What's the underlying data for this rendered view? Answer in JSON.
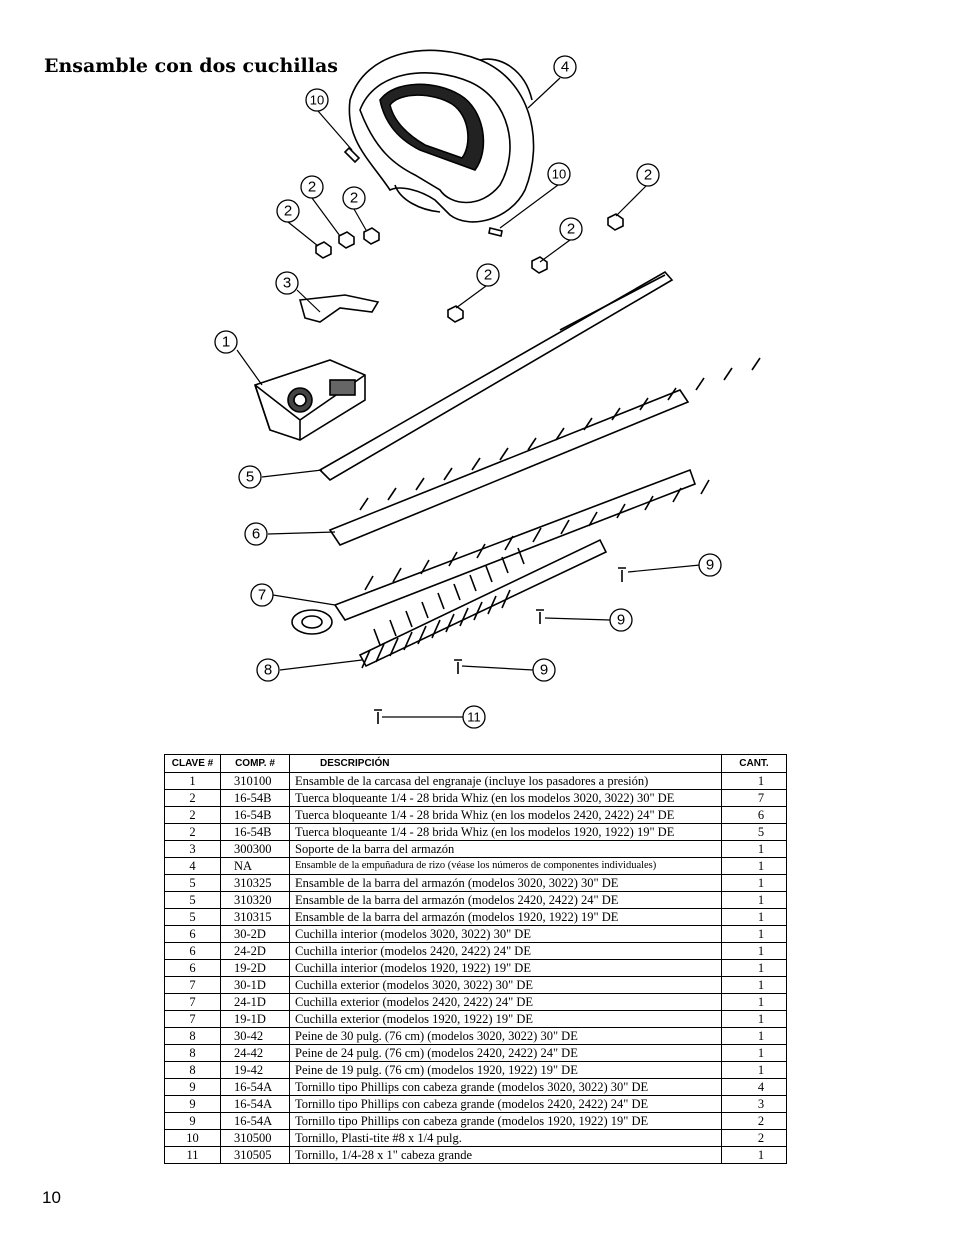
{
  "title": "Ensamble con dos cuchillas",
  "page_number": "10",
  "callouts": [
    "1",
    "2",
    "3",
    "4",
    "5",
    "6",
    "7",
    "8",
    "9",
    "10",
    "11"
  ],
  "table": {
    "headers": [
      "CLAVE #",
      "COMP. #",
      "DESCRIPCIÓN",
      "CANT."
    ],
    "rows": [
      [
        "1",
        "310100",
        "Ensamble de la carcasa del engranaje (incluye los pasadores a presión)",
        "1"
      ],
      [
        "2",
        "16-54B",
        "Tuerca bloqueante 1/4 - 28 brida Whiz (en los modelos 3020, 3022) 30\" DE",
        "7"
      ],
      [
        "2",
        "16-54B",
        "Tuerca bloqueante 1/4 - 28 brida Whiz (en los modelos 2420, 2422) 24\" DE",
        "6"
      ],
      [
        "2",
        "16-54B",
        "Tuerca bloqueante 1/4 - 28 brida Whiz (en los modelos 1920, 1922) 19\" DE",
        "5"
      ],
      [
        "3",
        "300300",
        "Soporte de la barra del armazón",
        "1"
      ],
      [
        "4",
        "NA",
        "Ensamble de la empuñadura de rizo (véase los números de componentes individuales)",
        "1"
      ],
      [
        "5",
        "310325",
        "Ensamble de la barra del armazón (modelos 3020, 3022) 30\" DE",
        "1"
      ],
      [
        "5",
        "310320",
        "Ensamble de la barra del armazón (modelos 2420, 2422) 24\" DE",
        "1"
      ],
      [
        "5",
        "310315",
        "Ensamble de la barra del armazón (modelos 1920, 1922) 19\" DE",
        "1"
      ],
      [
        "6",
        "30-2D",
        "Cuchilla interior (modelos 3020, 3022) 30\" DE",
        "1"
      ],
      [
        "6",
        "24-2D",
        "Cuchilla interior (modelos 2420, 2422) 24\" DE",
        "1"
      ],
      [
        "6",
        "19-2D",
        "Cuchilla interior (modelos 1920, 1922) 19\" DE",
        "1"
      ],
      [
        "7",
        "30-1D",
        "Cuchilla exterior (modelos 3020, 3022) 30\" DE",
        "1"
      ],
      [
        "7",
        "24-1D",
        "Cuchilla exterior (modelos 2420, 2422) 24\" DE",
        "1"
      ],
      [
        "7",
        "19-1D",
        "Cuchilla exterior (modelos 1920, 1922) 19\" DE",
        "1"
      ],
      [
        "8",
        "30-42",
        "Peine de 30 pulg. (76 cm) (modelos 3020, 3022) 30\" DE",
        "1"
      ],
      [
        "8",
        "24-42",
        "Peine de 24 pulg. (76 cm) (modelos 2420, 2422) 24\" DE",
        "1"
      ],
      [
        "8",
        "19-42",
        "Peine de 19 pulg. (76 cm) (modelos 1920, 1922) 19\" DE",
        "1"
      ],
      [
        "9",
        "16-54A",
        "Tornillo tipo Phillips con cabeza grande (modelos 3020, 3022) 30\" DE",
        "4"
      ],
      [
        "9",
        "16-54A",
        "Tornillo tipo Phillips con cabeza grande (modelos 2420, 2422) 24\" DE",
        "3"
      ],
      [
        "9",
        "16-54A",
        "Tornillo tipo Phillips con cabeza grande (modelos 1920, 1922) 19\" DE",
        "2"
      ],
      [
        "10",
        "310500",
        "Tornillo, Plasti-tite #8 x 1/4 pulg.",
        "2"
      ],
      [
        "11",
        "310505",
        "Tornillo, 1/4-28 x 1\" cabeza grande",
        "1"
      ]
    ]
  }
}
